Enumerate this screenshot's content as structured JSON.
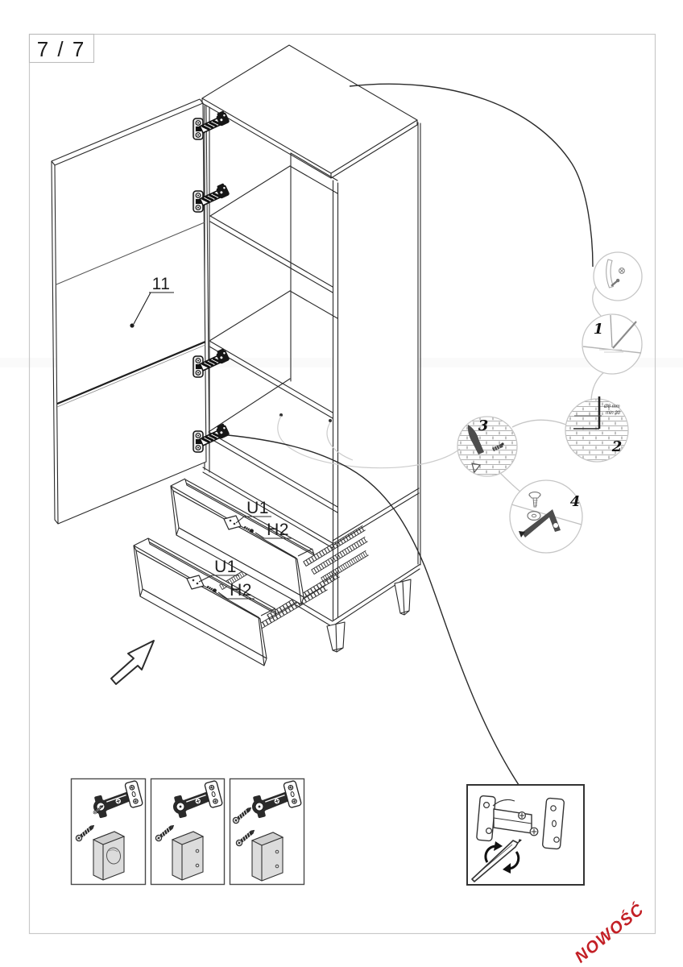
{
  "page": {
    "number": "7 / 7"
  },
  "colors": {
    "line": "#2b2b2b",
    "frame": "#c9c9c9",
    "accent_red": "#c32026",
    "block_fill": "#d9d9d9"
  },
  "cabinet": {
    "door_label": "11"
  },
  "drawer_labels": {
    "upper": {
      "bracket": "U1",
      "bolt": "H2"
    },
    "lower": {
      "bracket": "U1",
      "bolt": "H2"
    }
  },
  "steps": {
    "s1": "1",
    "s2": "2",
    "s3": "3",
    "s4": "4"
  },
  "drill_note": {
    "line1": "Ø8 mm",
    "line2": "min 30"
  },
  "badge": {
    "text": "NOWOŚĆ"
  }
}
